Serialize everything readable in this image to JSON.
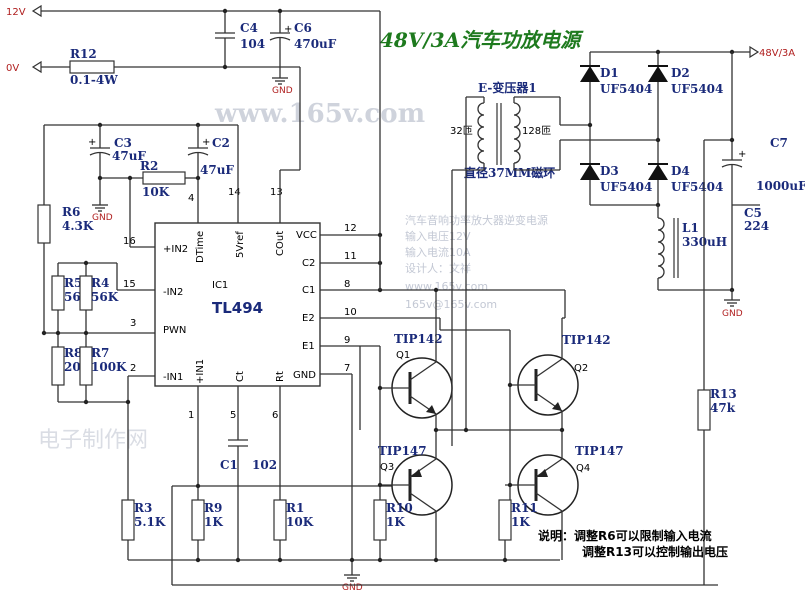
{
  "title": "48V/3A汽车功放电源",
  "watermark": "www.165v.com",
  "watermark2": "电子制作网",
  "info_lines": [
    "汽车音响功率放大器逆变电源",
    "输入电压12V",
    "输入电流10A",
    "设计人：文祥",
    "www.165v.com",
    "165v@165v.com"
  ],
  "rails": {
    "v12": "12V",
    "v0": "0V",
    "v48": "48V/3A"
  },
  "gnd_label": "GND",
  "ic": {
    "ref": "IC1",
    "part": "TL494",
    "left_pins": [
      {
        "num": "16",
        "name": "+IN2"
      },
      {
        "num": "15",
        "name": "-IN2"
      },
      {
        "num": "3",
        "name": "PWN"
      },
      {
        "num": "2",
        "name": "-IN1"
      }
    ],
    "right_pins": [
      {
        "num": "12",
        "name": "VCC"
      },
      {
        "num": "11",
        "name": "C2"
      },
      {
        "num": "8",
        "name": "C1"
      },
      {
        "num": "10",
        "name": "E2"
      },
      {
        "num": "9",
        "name": "E1"
      },
      {
        "num": "7",
        "name": "GND"
      }
    ],
    "top_pins": [
      {
        "num": "4",
        "name": "DTime"
      },
      {
        "num": "14",
        "name": "5Vref"
      },
      {
        "num": "13",
        "name": "COut"
      }
    ],
    "bottom_pins": [
      {
        "num": "1",
        "name": "+IN1"
      },
      {
        "num": "5",
        "name": "Ct"
      },
      {
        "num": "6",
        "name": "Rt"
      }
    ]
  },
  "components": {
    "r12": {
      "ref": "R12",
      "value": "0.1-4W"
    },
    "c4": {
      "ref": "C4",
      "value": "104"
    },
    "c6": {
      "ref": "C6",
      "value": "470uF"
    },
    "c3": {
      "ref": "C3",
      "value": "47uF"
    },
    "c2": {
      "ref": "C2",
      "value": "47uF"
    },
    "r2": {
      "ref": "R2",
      "value": "10K"
    },
    "r6": {
      "ref": "R6",
      "value": "4.3K"
    },
    "r5": {
      "ref": "R5",
      "value": "56K"
    },
    "r4": {
      "ref": "R4",
      "value": "56K"
    },
    "r8": {
      "ref": "R8",
      "value": "20K"
    },
    "r7": {
      "ref": "R7",
      "value": "100K"
    },
    "r3": {
      "ref": "R3",
      "value": "5.1K"
    },
    "r9": {
      "ref": "R9",
      "value": "1K"
    },
    "r1": {
      "ref": "R1",
      "value": "10K"
    },
    "c1": {
      "ref": "C1",
      "value": "102"
    },
    "r10": {
      "ref": "R10",
      "value": "1K"
    },
    "r11": {
      "ref": "R11",
      "value": "1K"
    },
    "r13": {
      "ref": "R13",
      "value": "47k"
    },
    "q1": {
      "ref": "Q1",
      "value": "TIP142"
    },
    "q2": {
      "ref": "Q2",
      "value": "TIP142"
    },
    "q3": {
      "ref": "Q3",
      "value": "TIP147"
    },
    "q4": {
      "ref": "Q4",
      "value": "TIP147"
    },
    "d1": {
      "ref": "D1",
      "value": "UF5404"
    },
    "d2": {
      "ref": "D2",
      "value": "UF5404"
    },
    "d3": {
      "ref": "D3",
      "value": "UF5404"
    },
    "d4": {
      "ref": "D4",
      "value": "UF5404"
    },
    "c7": {
      "ref": "C7",
      "value": "1000uF"
    },
    "c5": {
      "ref": "C5",
      "value": "224"
    },
    "l1": {
      "ref": "L1",
      "value": "330uH"
    },
    "t1": {
      "ref": "E-变压器1",
      "primary": "32匝",
      "secondary": "128匝",
      "core": "直径37MM磁环"
    }
  },
  "notes": [
    "说明：调整R6可以限制输入电流",
    "调整R13可以控制输出电压"
  ]
}
